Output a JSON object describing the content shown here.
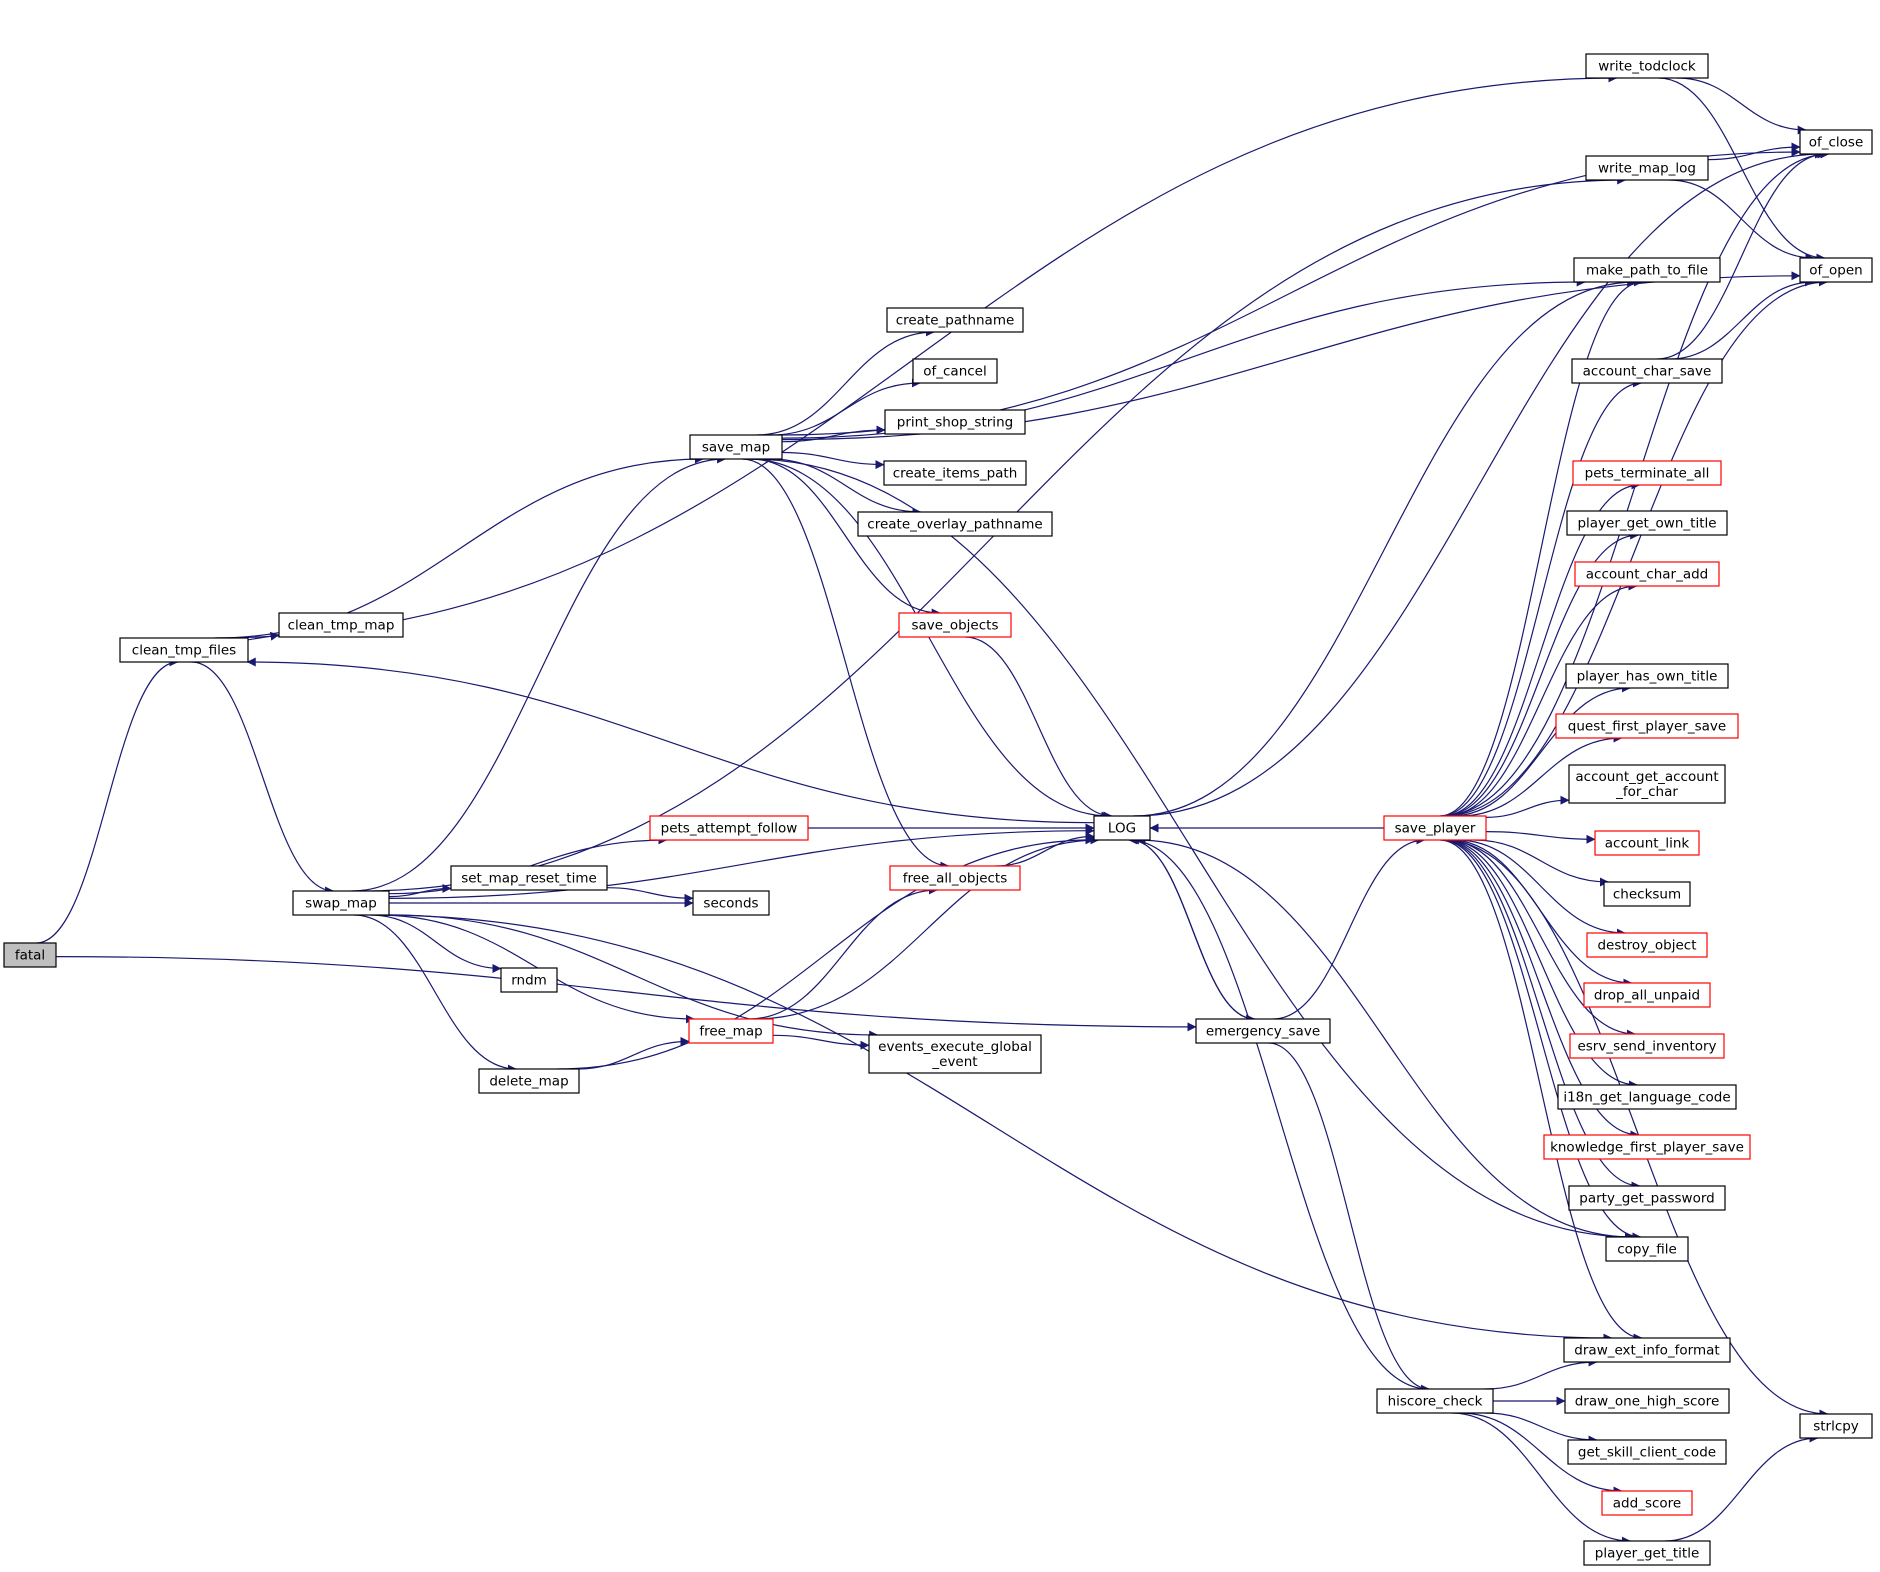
{
  "colors": {
    "edge": "#191970",
    "node_border": "#000000",
    "node_border_highlight": "#ff0000",
    "root_fill": "#bfbfbf"
  },
  "nodes": [
    {
      "id": "fatal",
      "label": "fatal",
      "root": true
    },
    {
      "id": "clean_tmp_files",
      "label": "clean_tmp_files"
    },
    {
      "id": "clean_tmp_map",
      "label": "clean_tmp_map"
    },
    {
      "id": "swap_map",
      "label": "swap_map"
    },
    {
      "id": "save_map",
      "label": "save_map"
    },
    {
      "id": "create_pathname",
      "label": "create_pathname"
    },
    {
      "id": "of_cancel",
      "label": "of_cancel"
    },
    {
      "id": "print_shop_string",
      "label": "print_shop_string"
    },
    {
      "id": "create_items_path",
      "label": "create_items_path"
    },
    {
      "id": "create_overlay_pathname",
      "label": "create_overlay_pathname"
    },
    {
      "id": "save_objects",
      "label": "save_objects",
      "highlight": true
    },
    {
      "id": "pets_attempt_follow",
      "label": "pets_attempt_follow",
      "highlight": true
    },
    {
      "id": "set_map_reset_time",
      "label": "set_map_reset_time"
    },
    {
      "id": "seconds",
      "label": "seconds"
    },
    {
      "id": "rndm",
      "label": "rndm"
    },
    {
      "id": "free_map",
      "label": "free_map",
      "highlight": true
    },
    {
      "id": "delete_map",
      "label": "delete_map"
    },
    {
      "id": "free_all_objects",
      "label": "free_all_objects",
      "highlight": true
    },
    {
      "id": "events_execute_global_event",
      "lines": [
        "events_execute_global",
        "_event"
      ]
    },
    {
      "id": "LOG",
      "label": "LOG"
    },
    {
      "id": "emergency_save",
      "label": "emergency_save"
    },
    {
      "id": "save_player",
      "label": "save_player",
      "highlight": true
    },
    {
      "id": "hiscore_check",
      "label": "hiscore_check"
    },
    {
      "id": "write_todclock",
      "label": "write_todclock"
    },
    {
      "id": "write_map_log",
      "label": "write_map_log"
    },
    {
      "id": "make_path_to_file",
      "label": "make_path_to_file"
    },
    {
      "id": "of_close",
      "label": "of_close"
    },
    {
      "id": "of_open",
      "label": "of_open"
    },
    {
      "id": "account_char_save",
      "label": "account_char_save"
    },
    {
      "id": "pets_terminate_all",
      "label": "pets_terminate_all",
      "highlight": true
    },
    {
      "id": "player_get_own_title",
      "label": "player_get_own_title"
    },
    {
      "id": "account_char_add",
      "label": "account_char_add",
      "highlight": true
    },
    {
      "id": "player_has_own_title",
      "label": "player_has_own_title"
    },
    {
      "id": "quest_first_player_save",
      "label": "quest_first_player_save",
      "highlight": true
    },
    {
      "id": "account_get_account_for_char",
      "lines": [
        "account_get_account",
        "_for_char"
      ]
    },
    {
      "id": "account_link",
      "label": "account_link",
      "highlight": true
    },
    {
      "id": "checksum",
      "label": "checksum"
    },
    {
      "id": "destroy_object",
      "label": "destroy_object",
      "highlight": true
    },
    {
      "id": "drop_all_unpaid",
      "label": "drop_all_unpaid",
      "highlight": true
    },
    {
      "id": "esrv_send_inventory",
      "label": "esrv_send_inventory",
      "highlight": true
    },
    {
      "id": "i18n_get_language_code",
      "label": "i18n_get_language_code"
    },
    {
      "id": "knowledge_first_player_save",
      "label": "knowledge_first_player_save",
      "highlight": true
    },
    {
      "id": "party_get_password",
      "label": "party_get_password"
    },
    {
      "id": "copy_file",
      "label": "copy_file"
    },
    {
      "id": "draw_ext_info_format",
      "label": "draw_ext_info_format"
    },
    {
      "id": "draw_one_high_score",
      "label": "draw_one_high_score"
    },
    {
      "id": "get_skill_client_code",
      "label": "get_skill_client_code"
    },
    {
      "id": "add_score",
      "label": "add_score",
      "highlight": true
    },
    {
      "id": "player_get_title",
      "label": "player_get_title"
    },
    {
      "id": "strlcpy",
      "label": "strlcpy"
    }
  ],
  "edges": [
    [
      "fatal",
      "clean_tmp_files"
    ],
    [
      "fatal",
      "emergency_save"
    ],
    [
      "clean_tmp_files",
      "clean_tmp_map"
    ],
    [
      "clean_tmp_files",
      "swap_map"
    ],
    [
      "clean_tmp_files",
      "save_map"
    ],
    [
      "clean_tmp_files",
      "write_todclock"
    ],
    [
      "LOG",
      "clean_tmp_files"
    ],
    [
      "swap_map",
      "save_map"
    ],
    [
      "swap_map",
      "write_map_log"
    ],
    [
      "swap_map",
      "LOG"
    ],
    [
      "swap_map",
      "pets_attempt_follow"
    ],
    [
      "swap_map",
      "set_map_reset_time"
    ],
    [
      "swap_map",
      "seconds"
    ],
    [
      "swap_map",
      "rndm"
    ],
    [
      "swap_map",
      "free_map"
    ],
    [
      "swap_map",
      "delete_map"
    ],
    [
      "swap_map",
      "events_execute_global_event"
    ],
    [
      "swap_map",
      "draw_ext_info_format"
    ],
    [
      "set_map_reset_time",
      "seconds"
    ],
    [
      "save_map",
      "of_close"
    ],
    [
      "save_map",
      "of_open"
    ],
    [
      "save_map",
      "make_path_to_file"
    ],
    [
      "save_map",
      "create_pathname"
    ],
    [
      "save_map",
      "of_cancel"
    ],
    [
      "save_map",
      "print_shop_string"
    ],
    [
      "save_map",
      "create_items_path"
    ],
    [
      "save_map",
      "create_overlay_pathname"
    ],
    [
      "save_map",
      "save_objects"
    ],
    [
      "save_map",
      "free_all_objects"
    ],
    [
      "save_map",
      "LOG"
    ],
    [
      "save_map",
      "copy_file"
    ],
    [
      "save_objects",
      "LOG"
    ],
    [
      "pets_attempt_follow",
      "LOG"
    ],
    [
      "free_all_objects",
      "LOG"
    ],
    [
      "free_map",
      "free_all_objects"
    ],
    [
      "free_map",
      "LOG"
    ],
    [
      "free_map",
      "events_execute_global_event"
    ],
    [
      "delete_map",
      "free_map"
    ],
    [
      "delete_map",
      "LOG"
    ],
    [
      "write_todclock",
      "of_close"
    ],
    [
      "write_todclock",
      "of_open"
    ],
    [
      "write_map_log",
      "of_close"
    ],
    [
      "write_map_log",
      "of_open"
    ],
    [
      "LOG",
      "of_close"
    ],
    [
      "LOG",
      "make_path_to_file"
    ],
    [
      "LOG",
      "emergency_save"
    ],
    [
      "emergency_save",
      "LOG"
    ],
    [
      "emergency_save",
      "save_player"
    ],
    [
      "emergency_save",
      "hiscore_check"
    ],
    [
      "save_player",
      "LOG"
    ],
    [
      "save_player",
      "make_path_to_file"
    ],
    [
      "save_player",
      "of_close"
    ],
    [
      "save_player",
      "account_char_save"
    ],
    [
      "save_player",
      "pets_terminate_all"
    ],
    [
      "save_player",
      "player_get_own_title"
    ],
    [
      "save_player",
      "account_char_add"
    ],
    [
      "save_player",
      "of_open"
    ],
    [
      "save_player",
      "player_has_own_title"
    ],
    [
      "save_player",
      "quest_first_player_save"
    ],
    [
      "save_player",
      "account_get_account_for_char"
    ],
    [
      "save_player",
      "account_link"
    ],
    [
      "save_player",
      "checksum"
    ],
    [
      "save_player",
      "destroy_object"
    ],
    [
      "save_player",
      "drop_all_unpaid"
    ],
    [
      "save_player",
      "esrv_send_inventory"
    ],
    [
      "save_player",
      "i18n_get_language_code"
    ],
    [
      "save_player",
      "knowledge_first_player_save"
    ],
    [
      "save_player",
      "party_get_password"
    ],
    [
      "save_player",
      "copy_file"
    ],
    [
      "save_player",
      "draw_ext_info_format"
    ],
    [
      "save_player",
      "strlcpy"
    ],
    [
      "account_char_save",
      "of_close"
    ],
    [
      "account_char_save",
      "of_open"
    ],
    [
      "copy_file",
      "LOG"
    ],
    [
      "hiscore_check",
      "LOG"
    ],
    [
      "hiscore_check",
      "draw_ext_info_format"
    ],
    [
      "hiscore_check",
      "draw_one_high_score"
    ],
    [
      "hiscore_check",
      "get_skill_client_code"
    ],
    [
      "hiscore_check",
      "add_score"
    ],
    [
      "hiscore_check",
      "player_get_title"
    ],
    [
      "player_get_title",
      "strlcpy"
    ]
  ]
}
